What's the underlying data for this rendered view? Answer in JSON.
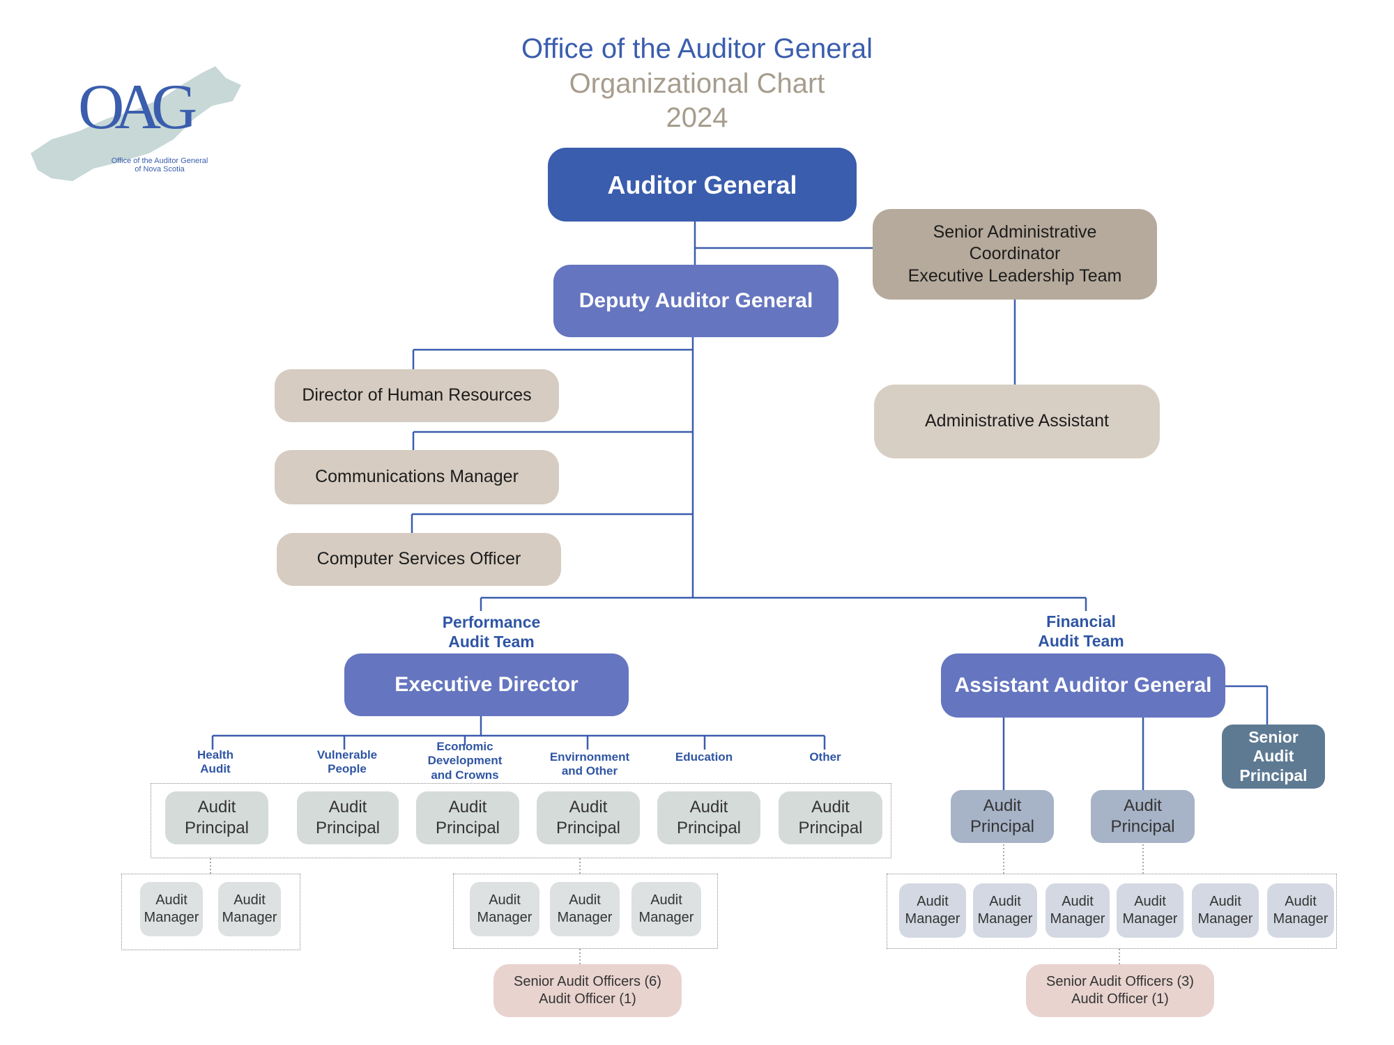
{
  "header": {
    "line1": "Office of the Auditor General",
    "line2": "Organizational Chart",
    "line3": "2024",
    "colors": {
      "line1": "#3a5dad",
      "line2": "#a69c8d",
      "line3": "#a69c8d"
    }
  },
  "logo": {
    "letters": "OAG",
    "caption_line1": "Office of the Auditor General",
    "caption_line2": "of Nova Scotia"
  },
  "top": {
    "auditor_general": "Auditor General",
    "deputy_auditor_general": "Deputy Auditor General",
    "senior_admin_line1": "Senior Administrative",
    "senior_admin_line2": "Coordinator",
    "senior_admin_line3": "Executive Leadership Team",
    "administrative_assistant": "Administrative Assistant"
  },
  "support": {
    "hr": "Director of Human Resources",
    "comms": "Communications Manager",
    "computer": "Computer Services Officer"
  },
  "performance": {
    "team_line1": "Performance",
    "team_line2": "Audit Team",
    "head": "Executive Director",
    "sections": [
      {
        "line1": "Health",
        "line2": "Audit",
        "line3": ""
      },
      {
        "line1": "Vulnerable",
        "line2": "People",
        "line3": ""
      },
      {
        "line1": "Economic",
        "line2": "Development",
        "line3": "and Crowns"
      },
      {
        "line1": "Envirnonment",
        "line2": "and Other",
        "line3": ""
      },
      {
        "line1": "Education",
        "line2": "",
        "line3": ""
      },
      {
        "line1": "Other",
        "line2": "",
        "line3": ""
      }
    ],
    "principal_line1": "Audit",
    "principal_line2": "Principal",
    "manager_line1": "Audit",
    "manager_line2": "Manager",
    "officers_line1": "Senior Audit Officers (6)",
    "officers_line2": "Audit Officer (1)"
  },
  "financial": {
    "team_line1": "Financial",
    "team_line2": "Audit Team",
    "head": "Assistant Auditor General",
    "senior_principal_line1": "Senior",
    "senior_principal_line2": "Audit",
    "senior_principal_line3": "Principal",
    "principal_line1": "Audit",
    "principal_line2": "Principal",
    "manager_line1": "Audit",
    "manager_line2": "Manager",
    "officers_line1": "Senior Audit Officers (3)",
    "officers_line2": "Audit Officer (1)"
  }
}
